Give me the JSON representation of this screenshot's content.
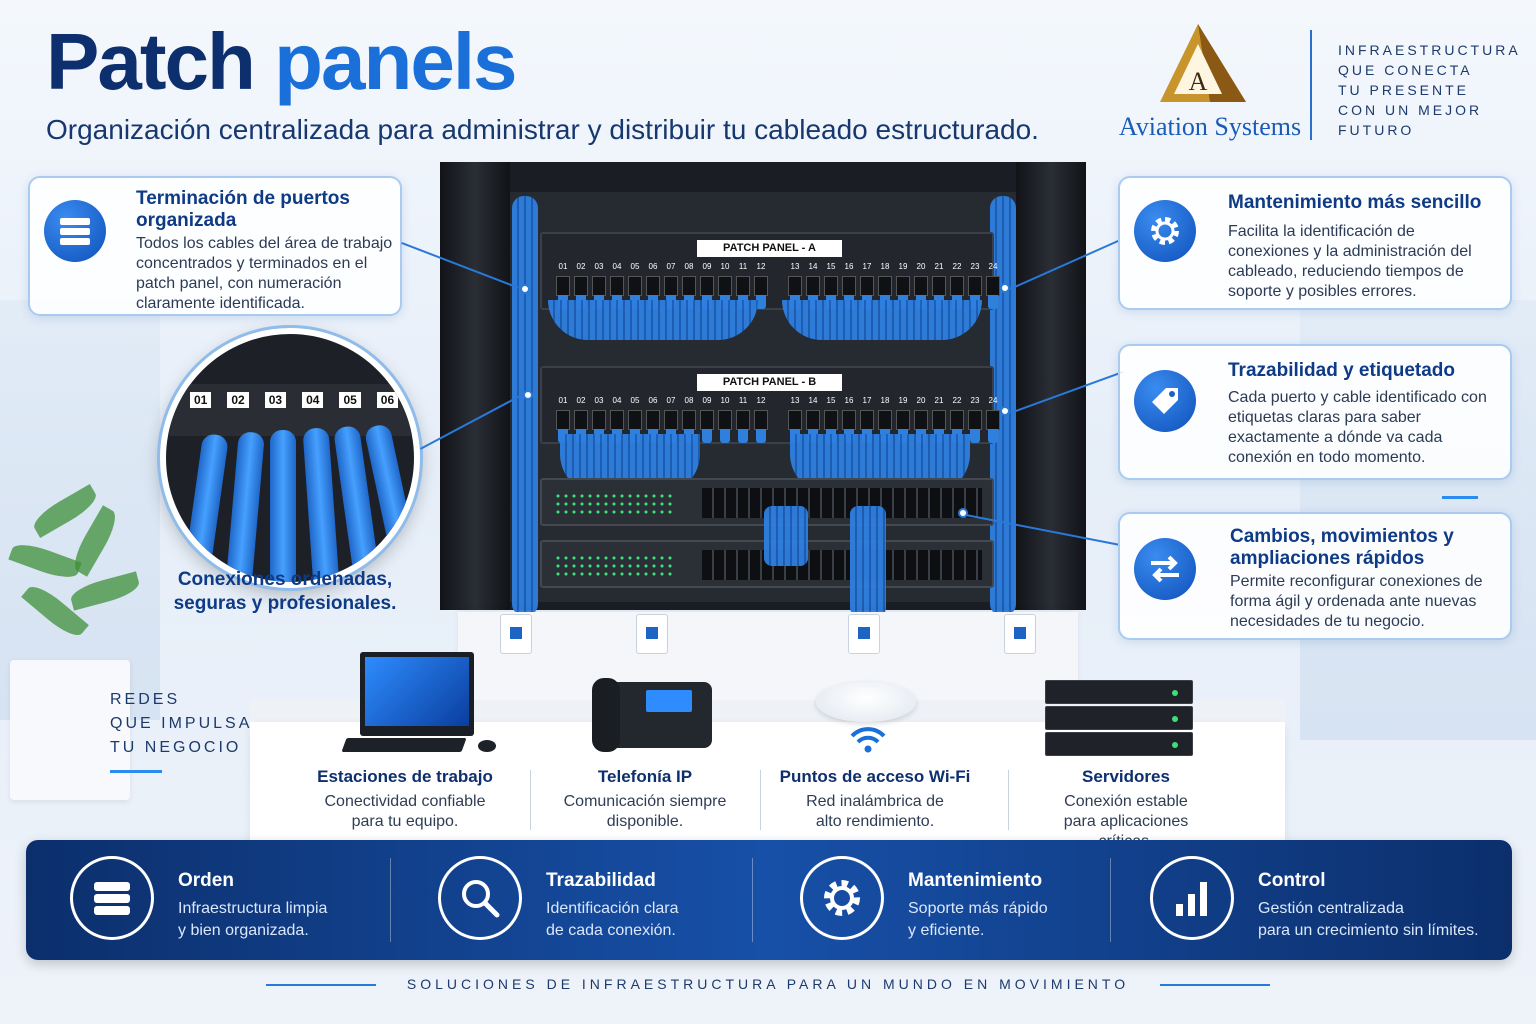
{
  "header": {
    "title_part1": "Patch",
    "title_part2": "panels",
    "subtitle": "Organización centralizada para administrar y distribuir tu cableado estructurado."
  },
  "brand": {
    "logo_letter": "A",
    "name": "Aviation Systems",
    "tagline_lines": [
      "INFRAESTRUCTURA",
      "QUE CONECTA",
      "TU PRESENTE",
      "CON UN MEJOR",
      "FUTURO"
    ]
  },
  "left_card": {
    "icon": "server-list-icon",
    "title": "Terminación de puertos organizada",
    "text": "Todos los cables del área de trabajo concentrados y terminados en el patch panel, con numeración claramente identificada."
  },
  "lens": {
    "labels": [
      "01",
      "02",
      "03",
      "04",
      "05",
      "06"
    ],
    "caption": "Conexiones ordenadas, seguras y profesionales."
  },
  "left_tagline": [
    "REDES",
    "QUE IMPULSAN",
    "TU NEGOCIO"
  ],
  "rack": {
    "panel_a_label": "PATCH PANEL - A",
    "panel_b_label": "PATCH PANEL - B",
    "ports_left": [
      "01",
      "02",
      "03",
      "04",
      "05",
      "06",
      "07",
      "08",
      "09",
      "10",
      "11",
      "12"
    ],
    "ports_right": [
      "13",
      "14",
      "15",
      "16",
      "17",
      "18",
      "19",
      "20",
      "21",
      "22",
      "23",
      "24"
    ]
  },
  "right_cards": [
    {
      "icon": "gear-icon",
      "title": "Mantenimiento más sencillo",
      "text": "Facilita la identificación de conexiones y la administración del cableado, reduciendo tiempos de soporte y posibles errores."
    },
    {
      "icon": "tag-icon",
      "title": "Trazabilidad y etiquetado",
      "text": "Cada puerto y cable identificado con etiquetas claras para saber exactamente a dónde va cada conexión en todo momento."
    },
    {
      "icon": "swap-arrows-icon",
      "title": "Cambios, movimientos y ampliaciones rápidos",
      "text": "Permite reconfigurar conexiones de forma ágil y ordenada ante nuevas necesidades de tu negocio."
    }
  ],
  "endpoints": [
    {
      "icon": "monitor-icon",
      "title": "Estaciones de trabajo",
      "text": "Conectividad confiable para tu equipo."
    },
    {
      "icon": "ip-phone-icon",
      "title": "Telefonía IP",
      "text": "Comunicación siempre disponible."
    },
    {
      "icon": "wifi-icon",
      "title": "Puntos de acceso Wi-Fi",
      "text": "Red inalámbrica de alto rendimiento."
    },
    {
      "icon": "server-icon",
      "title": "Servidores",
      "text": "Conexión estable para aplicaciones críticas."
    }
  ],
  "benefits": [
    {
      "icon": "server-list-icon",
      "title": "Orden",
      "text_lines": [
        "Infraestructura limpia",
        "y bien organizada."
      ]
    },
    {
      "icon": "magnifier-icon",
      "title": "Trazabilidad",
      "text_lines": [
        "Identificación clara",
        "de cada conexión."
      ]
    },
    {
      "icon": "gear-icon",
      "title": "Mantenimiento",
      "text_lines": [
        "Soporte más rápido",
        "y eficiente."
      ]
    },
    {
      "icon": "bar-chart-icon",
      "title": "Control",
      "text_lines": [
        "Gestión centralizada",
        "para un crecimiento sin límites."
      ]
    }
  ],
  "footer": "SOLUCIONES DE INFRAESTRUCTURA PARA UN MUNDO EN MOVIMIENTO",
  "colors": {
    "navy": "#0e2f6e",
    "accent_blue": "#1a6fd8",
    "cable_blue": "#2e7fe0",
    "gold": "#c8952c"
  }
}
